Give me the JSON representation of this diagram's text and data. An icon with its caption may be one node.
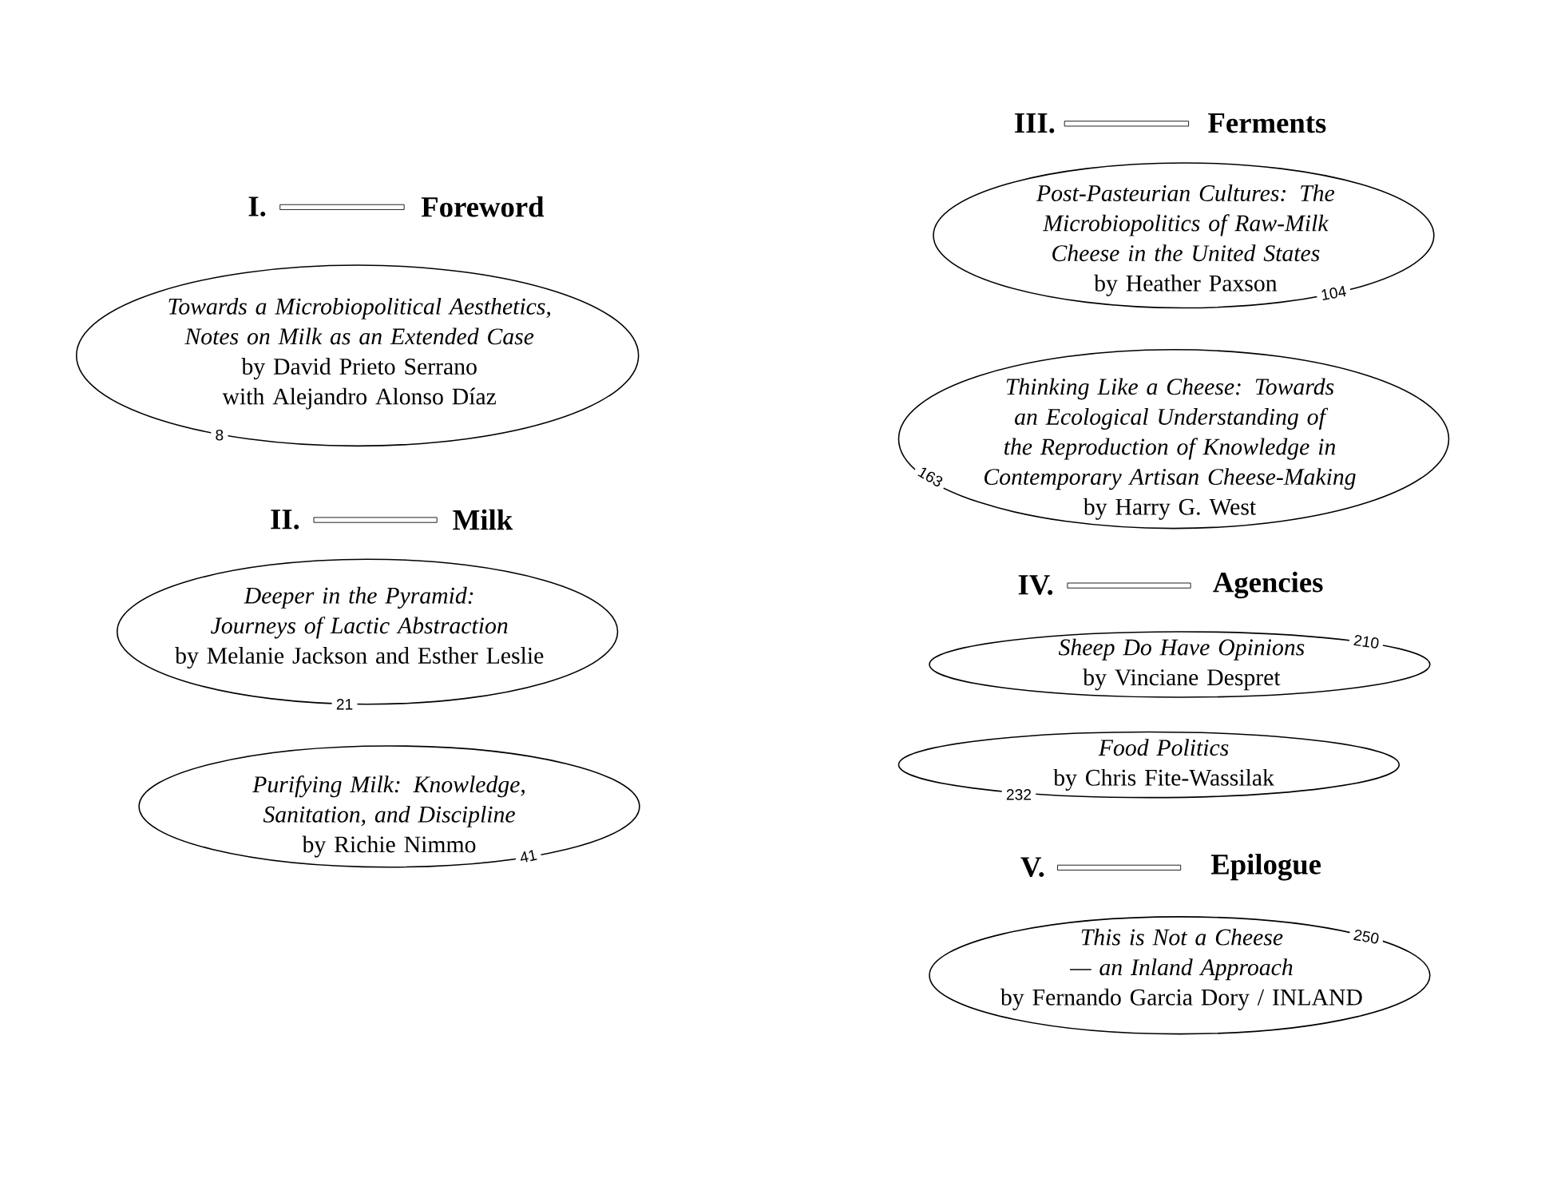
{
  "diagram": {
    "nodes": [
      {
        "text": [
          "Towards a Microbiopolitical Aesthetics, Notes on Milk as an Extended Case",
          "by David Prieto Serrano with Alejandro Alonso Díaz",
          "8"
        ]
      },
      {
        "text": [
          "Deeper in the Pyramid: Journeys of Lactic Abstraction",
          "by Melanie Jackson and Esther Leslie",
          "21"
        ]
      },
      {
        "text": [
          "Purifying Milk: Knowledge, Sanitation, and Discipline",
          "by Richie Nimmo",
          "41"
        ]
      },
      {
        "text": [
          "Post-Pasteurian Cultures: The Microbiopolitics of Raw-Milk Cheese in the United States",
          "by Heather Paxson",
          "104"
        ]
      },
      {
        "text": [
          "Thinking Like a Cheese: Towards an Ecological Understanding of the Reproduction of Knowledge in Contemporary Artisan Cheese-Making",
          "by Harry G. West",
          "163"
        ]
      },
      {
        "text": [
          "Sheep Do Have Opinions",
          "by Vinciane Despret",
          "210"
        ]
      },
      {
        "text": [
          "Food Politics",
          "by Chris Fite-Wassilak",
          "232"
        ]
      },
      {
        "text": [
          "This is Not a Cheese — an Inland Approach",
          "by Fernando Garcia Dory / INLAND",
          "250"
        ]
      }
    ],
    "edges": [],
    "labels": [
      "I.",
      "Foreword",
      "II.",
      "Milk",
      "III.",
      "Ferments",
      "IV.",
      "Agencies",
      "V.",
      "Epilogue"
    ]
  }
}
